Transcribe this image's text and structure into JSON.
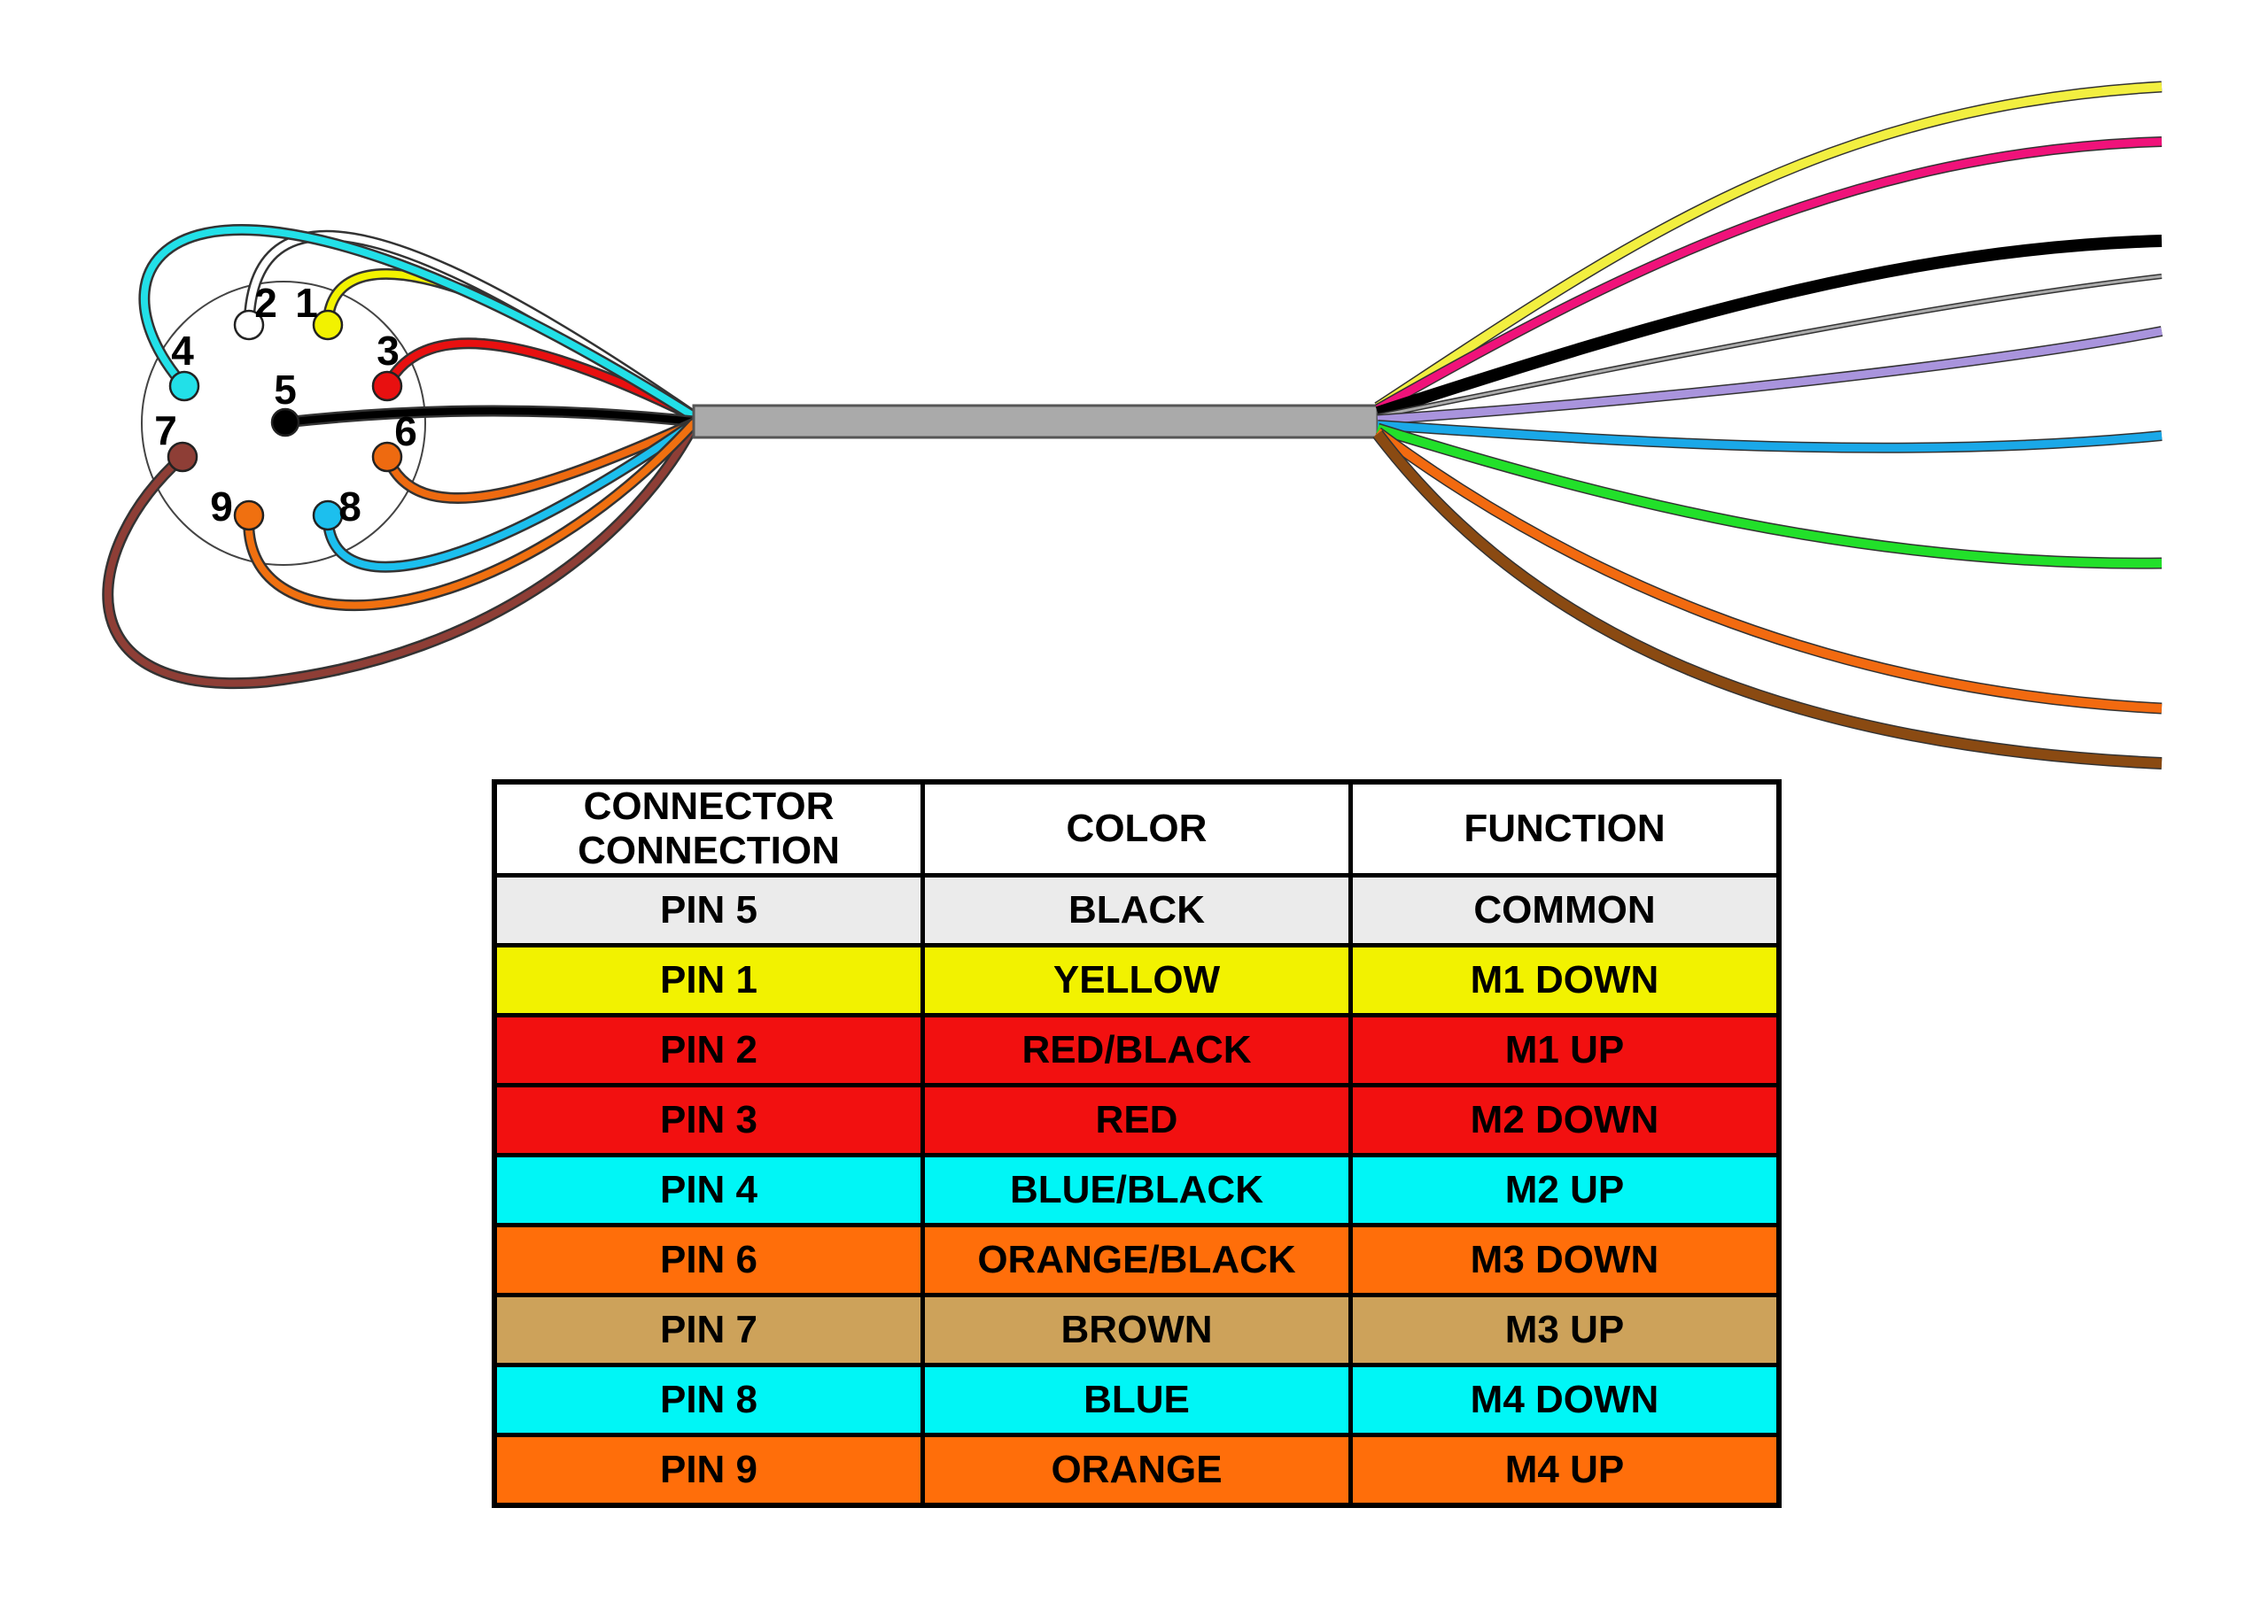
{
  "connector": {
    "pins": [
      {
        "label": "1",
        "color": "#f2f200"
      },
      {
        "label": "2",
        "color": "#ffffff"
      },
      {
        "label": "3",
        "color": "#e81010"
      },
      {
        "label": "4",
        "color": "#22e0e8"
      },
      {
        "label": "5",
        "color": "#000000"
      },
      {
        "label": "6",
        "color": "#ee6a10"
      },
      {
        "label": "7",
        "color": "#8e3e36"
      },
      {
        "label": "8",
        "color": "#1cbfee"
      },
      {
        "label": "9",
        "color": "#f07010"
      }
    ]
  },
  "fanout_colors": [
    "#f2ef40",
    "#f0127a",
    "#000000",
    "#aaaaaa",
    "#a994dd",
    "#1aa8e8",
    "#22e02a",
    "#f26a10",
    "#8a4a12"
  ],
  "table": {
    "headers": [
      "CONNECTOR CONNECTION",
      "COLOR",
      "FUNCTION"
    ],
    "rows": [
      {
        "pin": "PIN 5",
        "color": "BLACK",
        "function": "COMMON",
        "bg": "#ebebeb"
      },
      {
        "pin": "PIN 1",
        "color": "YELLOW",
        "function": "M1 DOWN",
        "bg": "#f2f200"
      },
      {
        "pin": "PIN 2",
        "color": "RED/BLACK",
        "function": "M1 UP",
        "bg": "#f21010"
      },
      {
        "pin": "PIN 3",
        "color": "RED",
        "function": "M2 DOWN",
        "bg": "#f21010"
      },
      {
        "pin": "PIN 4",
        "color": "BLUE/BLACK",
        "function": "M2 UP",
        "bg": "#00f6f6"
      },
      {
        "pin": "PIN 6",
        "color": "ORANGE/BLACK",
        "function": "M3 DOWN",
        "bg": "#ff6e0a"
      },
      {
        "pin": "PIN 7",
        "color": "BROWN",
        "function": "M3 UP",
        "bg": "#cda25a"
      },
      {
        "pin": "PIN 8",
        "color": "BLUE",
        "function": "M4 DOWN",
        "bg": "#00f6f6"
      },
      {
        "pin": "PIN 9",
        "color": "ORANGE",
        "function": "M4 UP",
        "bg": "#ff6e0a"
      }
    ]
  }
}
